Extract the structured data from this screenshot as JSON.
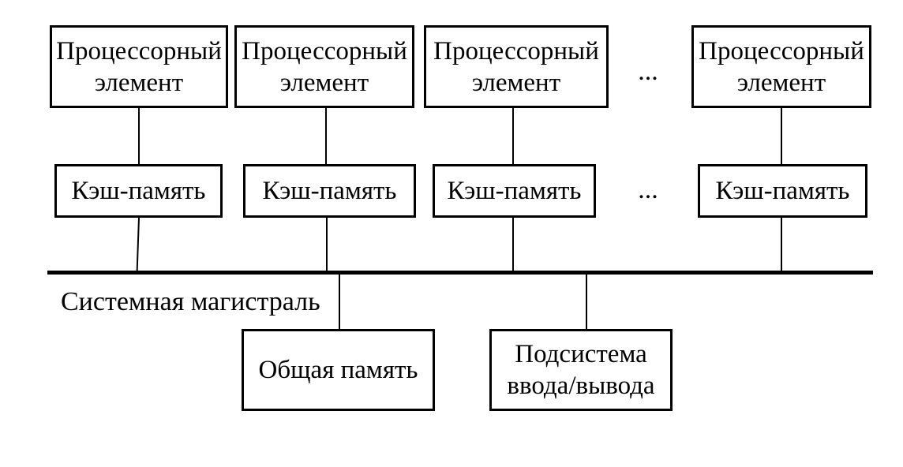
{
  "figure": {
    "processors": [
      {
        "label": "Процессорный элемент"
      },
      {
        "label": "Процессорный элемент"
      },
      {
        "label": "Процессорный элемент"
      },
      {
        "label": "Процессорный элемент"
      }
    ],
    "processors_ellipsis": "...",
    "caches": [
      {
        "label": "Кэш-память"
      },
      {
        "label": "Кэш-память"
      },
      {
        "label": "Кэш-память"
      },
      {
        "label": "Кэш-память"
      }
    ],
    "caches_ellipsis": "...",
    "bus": {
      "label": "Системная магистраль"
    },
    "shared_memory": {
      "label": "Общая память"
    },
    "io_subsystem": {
      "label": "Подсистема ввода/вывода"
    },
    "colors": {
      "background": "#ffffff",
      "line": "#000000",
      "text": "#000000"
    }
  }
}
